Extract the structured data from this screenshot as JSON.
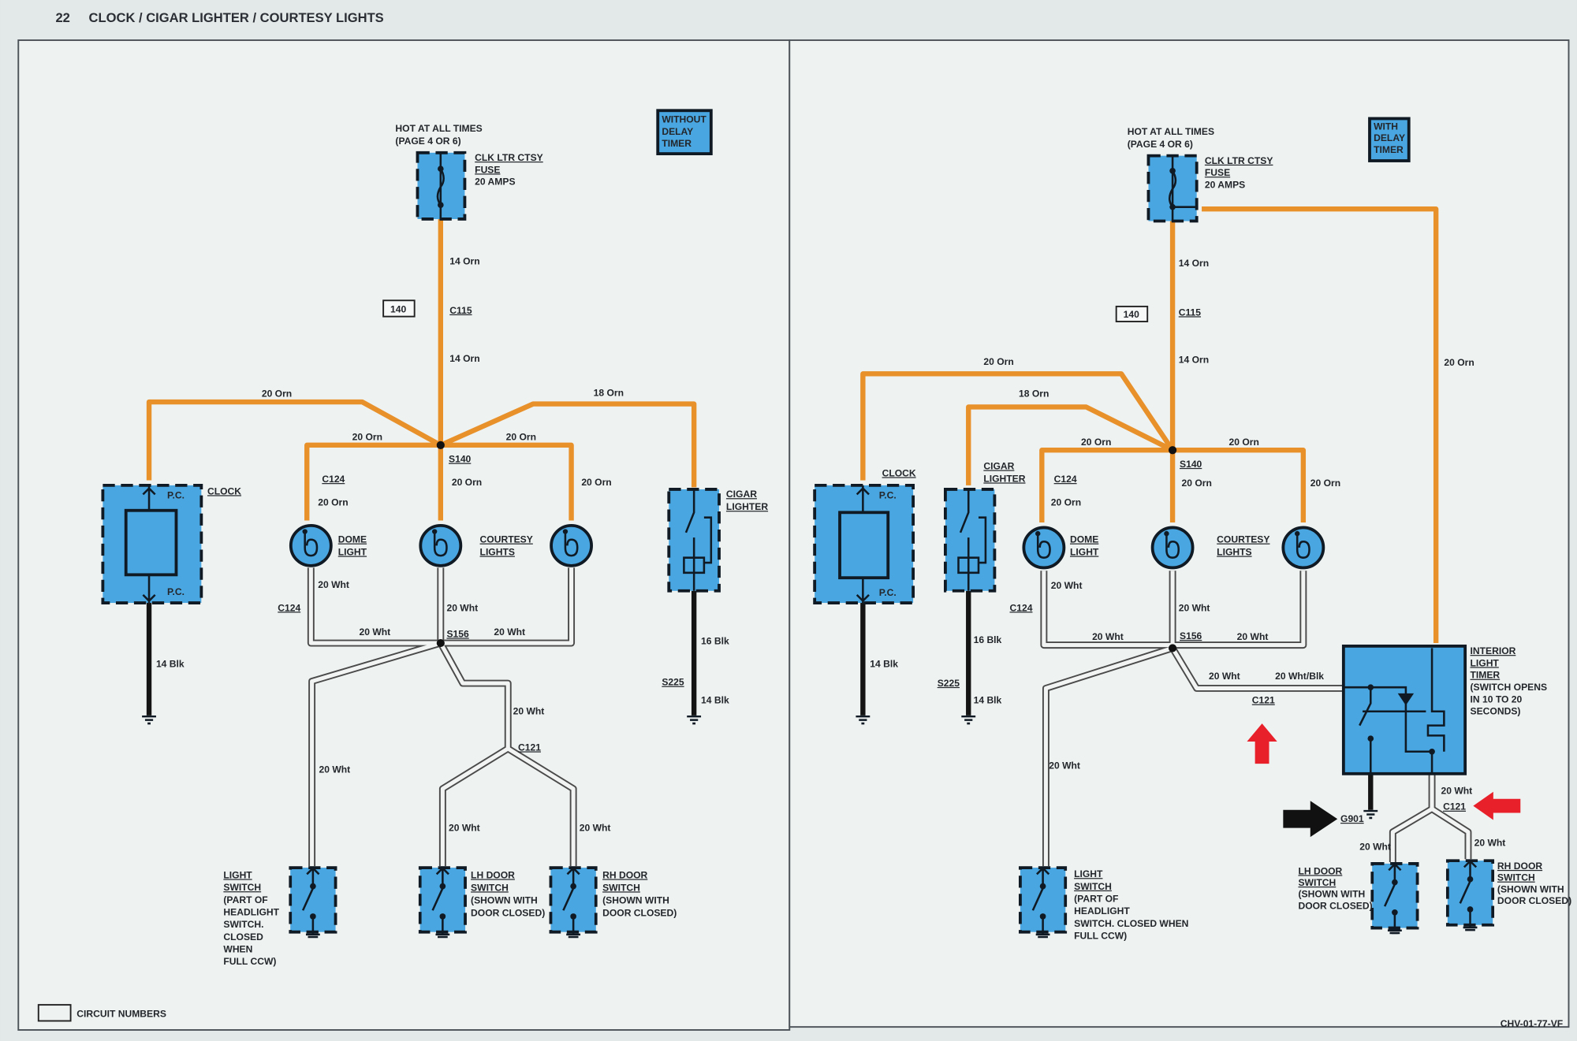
{
  "page": {
    "number": "22",
    "title": "CLOCK / CIGAR LIGHTER / COURTESY LIGHTS",
    "code": "CHV-01-77-VF",
    "legend": "CIRCUIT NUMBERS"
  },
  "colors": {
    "wire_orange": "#e8902a",
    "component_blue": "#4aa6e0",
    "arrow_red": "#e8202a"
  },
  "left": {
    "variant": [
      "WITHOUT",
      "DELAY",
      "TIMER"
    ],
    "hot": [
      "HOT AT ALL TIMES",
      "(PAGE 4 OR 6)"
    ],
    "fuse": [
      "CLK LTR CTSY",
      "FUSE",
      "20 AMPS"
    ],
    "circuit": "140",
    "clock": "CLOCK",
    "pc": "P.C.",
    "dome": [
      "DOME",
      "LIGHT"
    ],
    "courtesy": [
      "COURTESY",
      "LIGHTS"
    ],
    "cigar": [
      "CIGAR",
      "LIGHTER"
    ],
    "light_switch": [
      "LIGHT",
      "SWITCH",
      "(PART OF",
      "HEADLIGHT",
      "SWITCH.",
      "CLOSED",
      "WHEN",
      "FULL CCW)"
    ],
    "lh_door": [
      "LH DOOR",
      "SWITCH",
      "(SHOWN WITH",
      "DOOR CLOSED)"
    ],
    "rh_door": [
      "RH DOOR",
      "SWITCH",
      "(SHOWN WITH",
      "DOOR CLOSED)"
    ],
    "w": [
      "14 Orn",
      "14 Orn",
      "20 Orn",
      "18 Orn",
      "20 Orn",
      "20 Orn",
      "20 Orn",
      "20 Orn",
      "20 Orn",
      "20 Wht",
      "20 Wht",
      "20 Wht",
      "20 Wht",
      "20 Wht",
      "20 Wht",
      "20 Wht",
      "20 Wht",
      "14 Blk",
      "16 Blk",
      "14 Blk"
    ],
    "c": [
      "C115",
      "C124",
      "C124",
      "C121",
      "S140",
      "S156",
      "S225"
    ]
  },
  "right": {
    "variant": [
      "WITH",
      "DELAY",
      "TIMER"
    ],
    "hot": [
      "HOT AT ALL TIMES",
      "(PAGE 4 OR 6)"
    ],
    "fuse": [
      "CLK LTR CTSY",
      "FUSE",
      "20 AMPS"
    ],
    "circuit": "140",
    "clock": "CLOCK",
    "pc": "P.C.",
    "dome": [
      "DOME",
      "LIGHT"
    ],
    "courtesy": [
      "COURTESY",
      "LIGHTS"
    ],
    "cigar": [
      "CIGAR",
      "LIGHTER"
    ],
    "timer": [
      "INTERIOR",
      "LIGHT",
      "TIMER",
      "(SWITCH OPENS",
      "IN 10 TO 20",
      "SECONDS)"
    ],
    "light_switch": [
      "LIGHT",
      "SWITCH",
      "(PART OF",
      "HEADLIGHT",
      "SWITCH. CLOSED WHEN",
      "FULL CCW)"
    ],
    "lh_door": [
      "LH DOOR",
      "SWITCH",
      "(SHOWN WITH",
      "DOOR CLOSED)"
    ],
    "rh_door": [
      "RH DOOR",
      "SWITCH",
      "(SHOWN WITH",
      "DOOR CLOSED)"
    ],
    "w": [
      "14 Orn",
      "14 Orn",
      "20 Orn",
      "18 Orn",
      "20 Orn",
      "20 Orn",
      "20 Orn",
      "20 Orn",
      "20 Orn",
      "20 Orn",
      "20 Wht",
      "20 Wht",
      "20 Wht",
      "20 Wht",
      "20 Wht",
      "20 Wht/Blk",
      "20 Wht",
      "20 Wht",
      "20 Wht",
      "20 Wht",
      "14 Blk",
      "16 Blk",
      "14 Blk"
    ],
    "c": [
      "C115",
      "C124",
      "C124",
      "C121",
      "C121",
      "S140",
      "S156",
      "S225",
      "G901"
    ]
  }
}
